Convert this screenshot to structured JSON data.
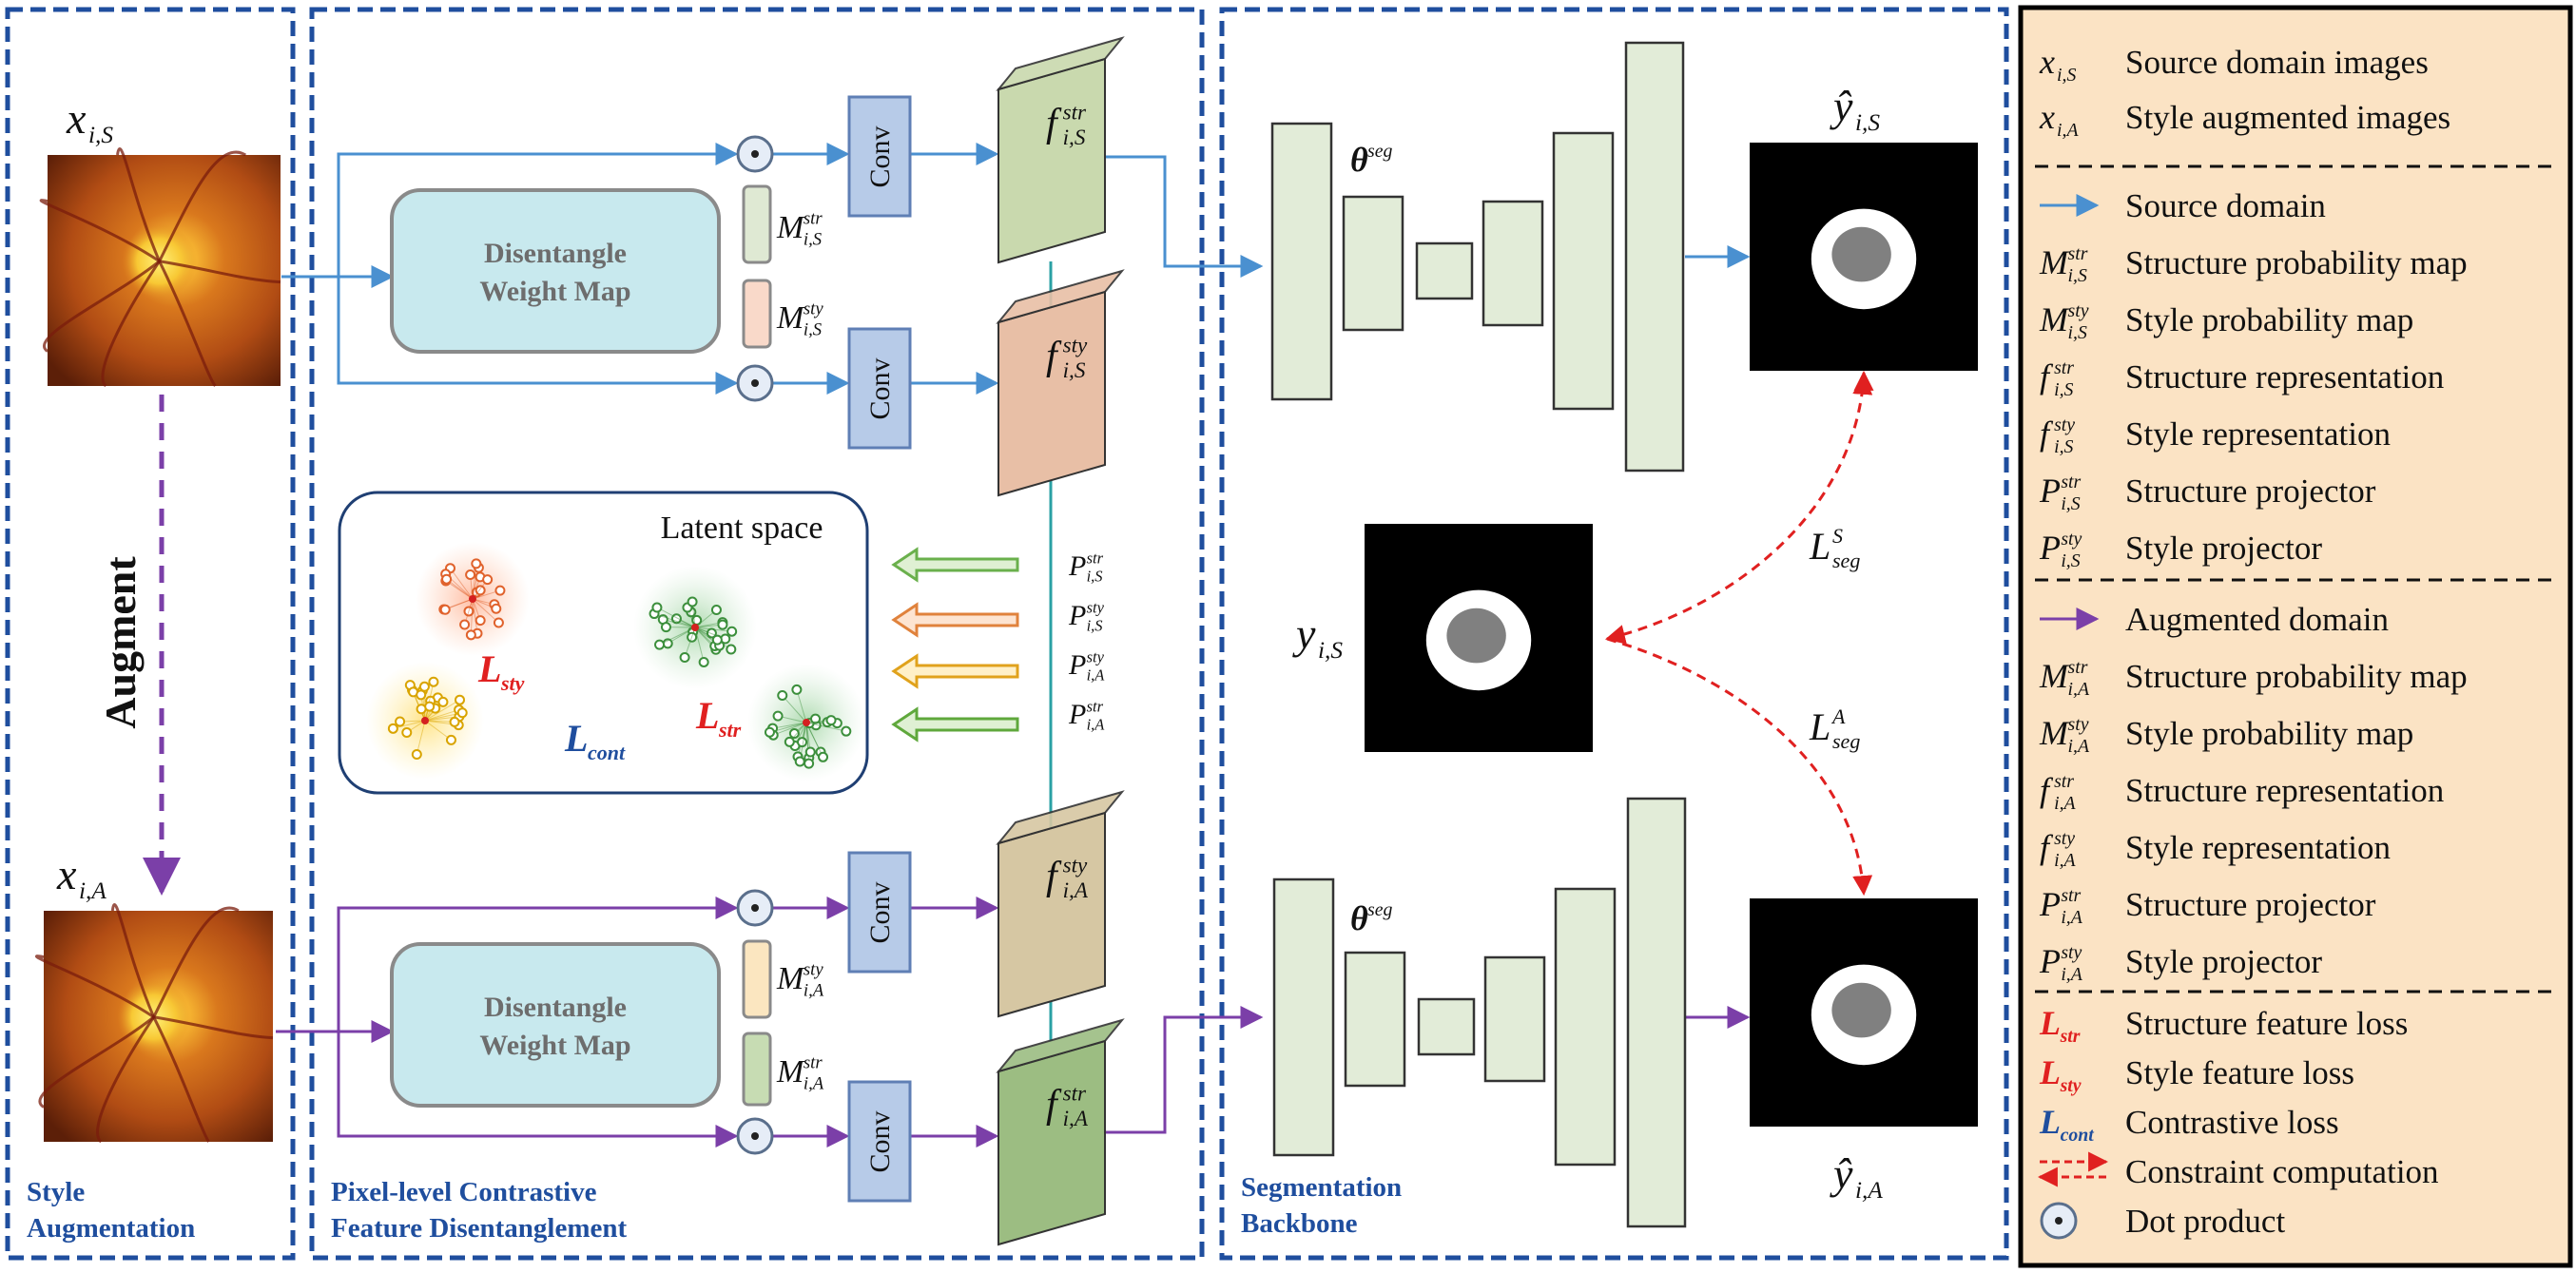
{
  "sections": {
    "style_aug": [
      "Style",
      "Augmentation"
    ],
    "pixel": [
      "Pixel-level Contrastive",
      "Feature Disentanglement"
    ],
    "seg": [
      "Segmentation",
      "Backbone"
    ]
  },
  "inputs": {
    "source": {
      "var": "x",
      "sub": "i,S"
    },
    "augmented": {
      "var": "x",
      "sub": "i,A"
    },
    "augment_label": "Augment"
  },
  "weight_map": [
    "Disentangle",
    "Weight Map"
  ],
  "conv": "Conv",
  "maps": {
    "src_str": {
      "var": "M",
      "sup": "str",
      "sub": "i,S"
    },
    "src_sty": {
      "var": "M",
      "sup": "sty",
      "sub": "i,S"
    },
    "aug_sty": {
      "var": "M",
      "sup": "sty",
      "sub": "i,A"
    },
    "aug_str": {
      "var": "M",
      "sup": "str",
      "sub": "i,A"
    }
  },
  "features": {
    "src_str": {
      "var": "f",
      "sup": "str",
      "sub": "i,S"
    },
    "src_sty": {
      "var": "f",
      "sup": "sty",
      "sub": "i,S"
    },
    "aug_sty": {
      "var": "f",
      "sup": "sty",
      "sub": "i,A"
    },
    "aug_str": {
      "var": "f",
      "sup": "str",
      "sub": "i,A"
    }
  },
  "projectors": [
    {
      "var": "P",
      "sup": "str",
      "sub": "i,S"
    },
    {
      "var": "P",
      "sup": "sty",
      "sub": "i,S"
    },
    {
      "var": "P",
      "sup": "sty",
      "sub": "i,A"
    },
    {
      "var": "P",
      "sup": "str",
      "sub": "i,A"
    }
  ],
  "latent": {
    "title": "Latent space",
    "l_sty": {
      "var": "L",
      "sub": "sty"
    },
    "l_str": {
      "var": "L",
      "sub": "str"
    },
    "l_cont": {
      "var": "L",
      "sub": "cont"
    }
  },
  "segmentation": {
    "theta": {
      "var": "θ",
      "sup": "seg"
    },
    "pred_src": {
      "var": "ŷ",
      "sub": "i,S"
    },
    "pred_aug": {
      "var": "ŷ",
      "sub": "i,A"
    },
    "gt": {
      "var": "y",
      "sub": "i,S"
    },
    "loss_s": {
      "var": "L",
      "sup": "S",
      "sub": "seg"
    },
    "loss_a": {
      "var": "L",
      "sup": "A",
      "sub": "seg"
    }
  },
  "legend": {
    "group1": [
      {
        "symbol": {
          "var": "x",
          "sub": "i,S"
        },
        "text": "Source domain images"
      },
      {
        "symbol": {
          "var": "x",
          "sub": "i,A"
        },
        "text": "Style augmented images"
      }
    ],
    "group2": [
      {
        "symbol": "arrow-blue",
        "text": "Source domain"
      },
      {
        "symbol": {
          "var": "M",
          "sup": "str",
          "sub": "i,S"
        },
        "text": "Structure probability map"
      },
      {
        "symbol": {
          "var": "M",
          "sup": "sty",
          "sub": "i,S"
        },
        "text": "Style probability map"
      },
      {
        "symbol": {
          "var": "f",
          "sup": "str",
          "sub": "i,S"
        },
        "text": "Structure representation"
      },
      {
        "symbol": {
          "var": "f",
          "sup": "sty",
          "sub": "i,S"
        },
        "text": "Style representation"
      },
      {
        "symbol": {
          "var": "P",
          "sup": "str",
          "sub": "i,S"
        },
        "text": "Structure projector"
      },
      {
        "symbol": {
          "var": "P",
          "sup": "sty",
          "sub": "i,S"
        },
        "text": "Style projector"
      }
    ],
    "group3": [
      {
        "symbol": "arrow-purple",
        "text": "Augmented domain"
      },
      {
        "symbol": {
          "var": "M",
          "sup": "str",
          "sub": "i,A"
        },
        "text": "Structure probability map"
      },
      {
        "symbol": {
          "var": "M",
          "sup": "sty",
          "sub": "i,A"
        },
        "text": "Style probability map"
      },
      {
        "symbol": {
          "var": "f",
          "sup": "str",
          "sub": "i,A"
        },
        "text": "Structure representation"
      },
      {
        "symbol": {
          "var": "f",
          "sup": "sty",
          "sub": "i,A"
        },
        "text": "Style representation"
      },
      {
        "symbol": {
          "var": "P",
          "sup": "str",
          "sub": "i,A"
        },
        "text": "Structure projector"
      },
      {
        "symbol": {
          "var": "P",
          "sup": "sty",
          "sub": "i,A"
        },
        "text": "Style projector"
      }
    ],
    "group4": [
      {
        "symbol": {
          "var": "L",
          "sub": "str",
          "color": "red"
        },
        "text": "Structure feature loss"
      },
      {
        "symbol": {
          "var": "L",
          "sub": "sty",
          "color": "red"
        },
        "text": "Style feature loss"
      },
      {
        "symbol": {
          "var": "L",
          "sub": "cont",
          "color": "blue"
        },
        "text": "Contrastive loss"
      },
      {
        "symbol": "arrow-dashed-red",
        "text": "Constraint computation"
      },
      {
        "symbol": "dot-product",
        "text": "Dot product"
      }
    ]
  },
  "colors": {
    "frame": "#1f4e9e",
    "source_arrow": "#4a90d0",
    "aug_arrow": "#7b3fa8",
    "red": "#e02020",
    "navy": "#1f4e9e",
    "legend_bg": "#fbe3c4",
    "conv_fill": "#b7cbe8",
    "weight_fill": "#c8e9ee",
    "seg_block": "#e2ecd8"
  }
}
